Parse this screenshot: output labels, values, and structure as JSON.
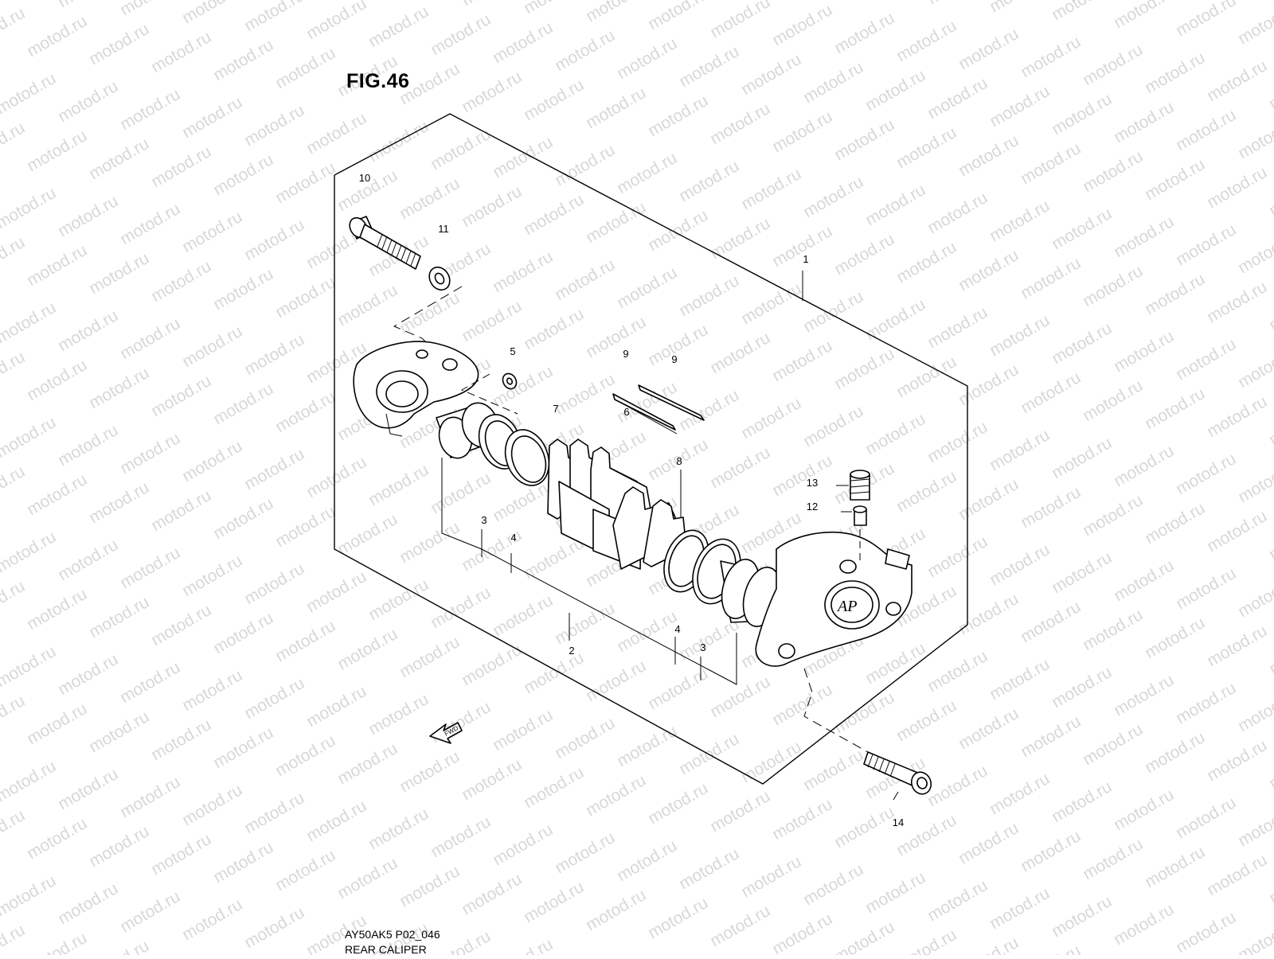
{
  "figure": {
    "title": "FIG.46",
    "code": "AY50AK5 P02_046",
    "caption": "REAR CALIPER"
  },
  "watermark": {
    "text": "motod.ru",
    "color": "#d8d8d8"
  },
  "callouts": [
    {
      "id": "1",
      "label": "1"
    },
    {
      "id": "2",
      "label": "2"
    },
    {
      "id": "3a",
      "label": "3"
    },
    {
      "id": "3b",
      "label": "3"
    },
    {
      "id": "4a",
      "label": "4"
    },
    {
      "id": "4b",
      "label": "4"
    },
    {
      "id": "5",
      "label": "5"
    },
    {
      "id": "6",
      "label": "6"
    },
    {
      "id": "7",
      "label": "7"
    },
    {
      "id": "8",
      "label": "8"
    },
    {
      "id": "9a",
      "label": "9"
    },
    {
      "id": "9b",
      "label": "9"
    },
    {
      "id": "10",
      "label": "10"
    },
    {
      "id": "11",
      "label": "11"
    },
    {
      "id": "12",
      "label": "12"
    },
    {
      "id": "13",
      "label": "13"
    },
    {
      "id": "14",
      "label": "14"
    }
  ],
  "direction_marker": {
    "label": "FWD",
    "icon": "forward-arrow-icon"
  }
}
